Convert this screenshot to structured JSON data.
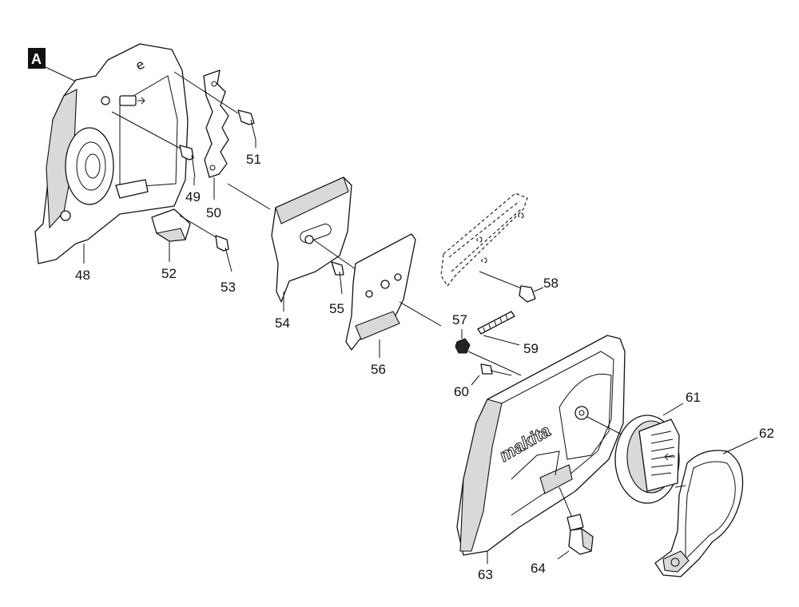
{
  "diagram": {
    "section_badge": "A",
    "brand_logo": "makita",
    "chain_mark": "e",
    "parts": [
      {
        "number": "48"
      },
      {
        "number": "49"
      },
      {
        "number": "50"
      },
      {
        "number": "51"
      },
      {
        "number": "52"
      },
      {
        "number": "53"
      },
      {
        "number": "54"
      },
      {
        "number": "55"
      },
      {
        "number": "56"
      },
      {
        "number": "57"
      },
      {
        "number": "58"
      },
      {
        "number": "59"
      },
      {
        "number": "60"
      },
      {
        "number": "61"
      },
      {
        "number": "62"
      },
      {
        "number": "63"
      },
      {
        "number": "64"
      }
    ]
  }
}
